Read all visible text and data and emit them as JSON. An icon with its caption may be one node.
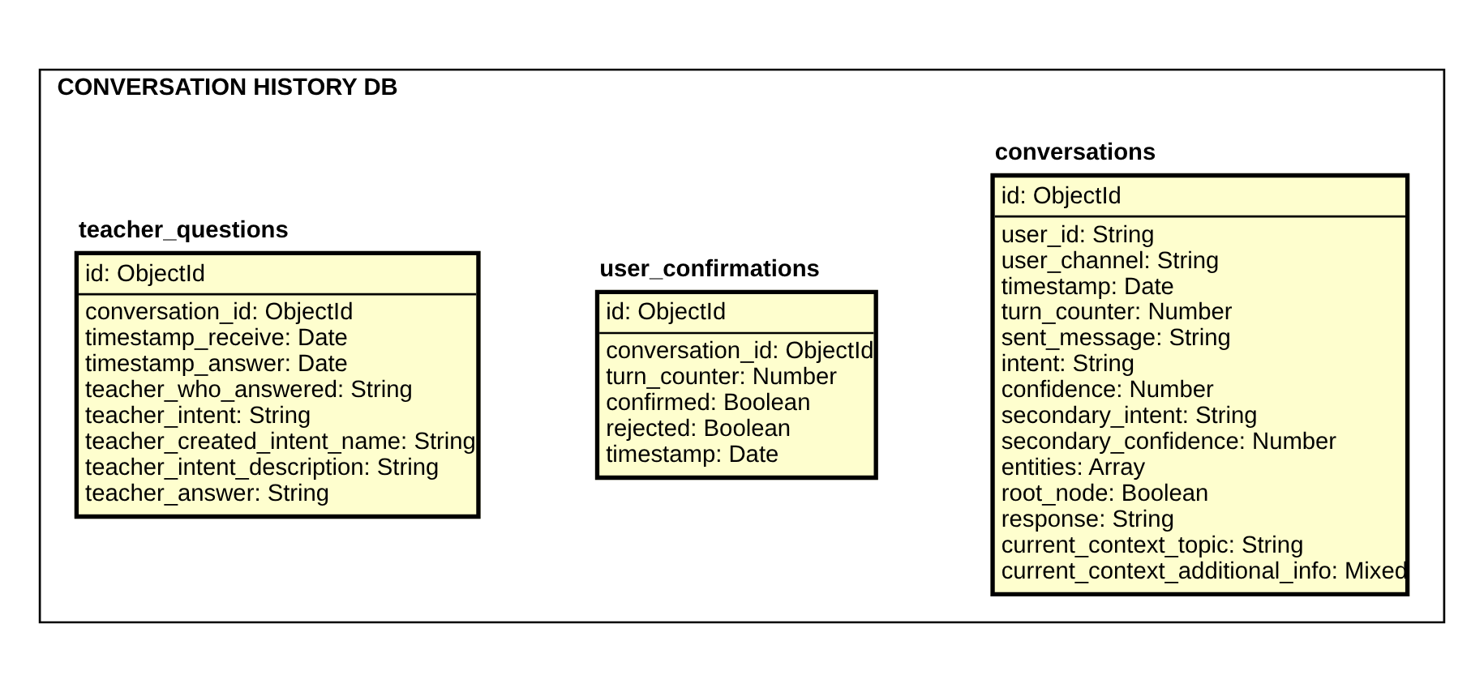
{
  "diagram": {
    "nodes": [
      {
        "text": [
          "CONVERSATION HISTORY DB"
        ]
      },
      {
        "text": [
          "conversations",
          "id: ObjectId",
          "user_id: String",
          "user_channel: String",
          "timestamp: Date",
          "turn_counter: Number",
          "sent_message: String",
          "intent: String",
          "confidence: Number",
          "secondary_intent: String",
          "secondary_confidence: Number",
          "entities: Array",
          "root_node: Boolean",
          "response: String",
          "current_context_topic: String",
          "current_context_additional_info: Mixed"
        ],
        "in": 0
      },
      {
        "text": [
          "user_confirmations",
          "id: ObjectId",
          "conversation_id: ObjectId",
          "turn_counter: Number",
          "confirmed: Boolean",
          "rejected: Boolean",
          "timestamp: Date"
        ],
        "in": 0
      },
      {
        "text": [
          "teacher_questions",
          "id: ObjectId",
          "conversation_id: ObjectId",
          "timestamp_receive: Date",
          "timestamp_answer: Date",
          "teacher_who_answered: String",
          "teacher_intent: String",
          "teacher_created_intent_name: String",
          "teacher_intent_description: String",
          "teacher_answer: String"
        ],
        "in": 0
      }
    ]
  }
}
